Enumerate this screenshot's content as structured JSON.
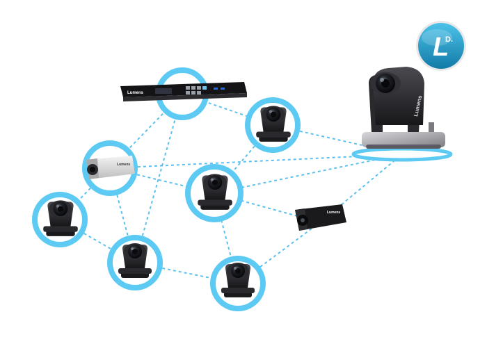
{
  "colors": {
    "ring": "#5ccaf3",
    "ring_fill": "#ffffff",
    "link": "#3fb6ea",
    "camera_dark": "#1c1c1e",
    "camera_mid": "#3a3a3e",
    "lens": "#0d0d10",
    "box_light": "#dcdcdc",
    "badge": "#1c9bc9"
  },
  "brand": {
    "logo_letter": "L",
    "logo_suffix": "D.",
    "device_brand": "Lumens"
  },
  "nodes": [
    {
      "id": "recorder",
      "kind": "recorder"
    },
    {
      "id": "ptz-top-right-small",
      "kind": "ptz"
    },
    {
      "id": "box-camera-white",
      "kind": "box-white"
    },
    {
      "id": "ptz-center",
      "kind": "ptz"
    },
    {
      "id": "ptz-left",
      "kind": "ptz"
    },
    {
      "id": "ptz-bottom-left",
      "kind": "ptz"
    },
    {
      "id": "ptz-bottom-center",
      "kind": "ptz"
    },
    {
      "id": "box-camera-black",
      "kind": "box-black"
    },
    {
      "id": "ptz-large-hub",
      "kind": "ptz-large"
    }
  ],
  "links": [
    [
      "recorder",
      "ptz-top-right-small"
    ],
    [
      "recorder",
      "box-camera-white"
    ],
    [
      "recorder",
      "ptz-bottom-left"
    ],
    [
      "ptz-top-right-small",
      "ptz-center"
    ],
    [
      "ptz-top-right-small",
      "ptz-large-hub"
    ],
    [
      "box-camera-white",
      "ptz-center"
    ],
    [
      "box-camera-white",
      "ptz-left"
    ],
    [
      "box-camera-white",
      "ptz-bottom-left"
    ],
    [
      "box-camera-white",
      "ptz-large-hub"
    ],
    [
      "ptz-center",
      "ptz-large-hub"
    ],
    [
      "ptz-center",
      "box-camera-black"
    ],
    [
      "ptz-center",
      "ptz-bottom-center"
    ],
    [
      "ptz-left",
      "ptz-bottom-left"
    ],
    [
      "ptz-bottom-left",
      "ptz-bottom-center"
    ],
    [
      "ptz-bottom-center",
      "box-camera-black"
    ],
    [
      "box-camera-black",
      "ptz-large-hub"
    ]
  ]
}
